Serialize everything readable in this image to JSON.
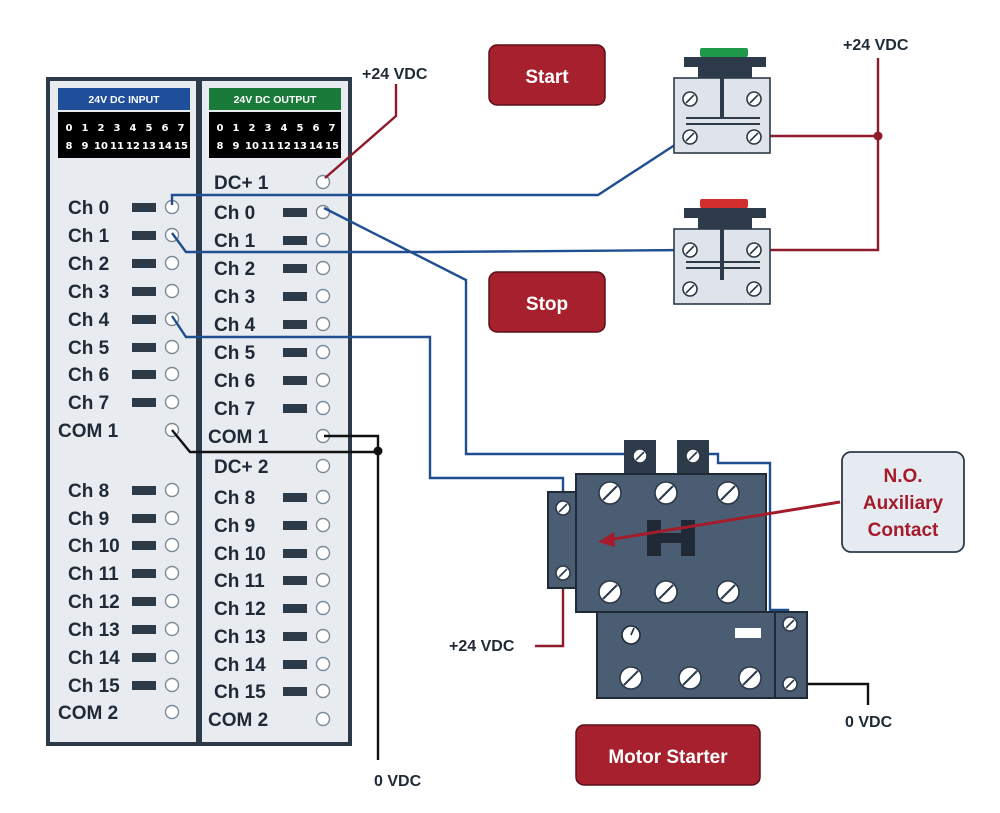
{
  "input_module": {
    "header": "24V DC INPUT",
    "header_color": "#1f4e9b",
    "led_row1": [
      "0",
      "1",
      "2",
      "3",
      "4",
      "5",
      "6",
      "7"
    ],
    "led_row2": [
      "8",
      "9",
      "10",
      "11",
      "12",
      "13",
      "14",
      "15"
    ],
    "lit_led_color": "#e23b2e",
    "lit_led": "1",
    "channels": [
      "Ch 0",
      "Ch 1",
      "Ch 2",
      "Ch 3",
      "Ch 4",
      "Ch 5",
      "Ch 6",
      "Ch 7",
      "COM 1",
      "Ch 8",
      "Ch 9",
      "Ch 10",
      "Ch 11",
      "Ch 12",
      "Ch 13",
      "Ch 14",
      "Ch 15",
      "COM 2"
    ],
    "active_channel": "Ch 1",
    "active_indicator_color": "#f07a3c"
  },
  "output_module": {
    "header": "24V DC OUTPUT",
    "header_color": "#1a7a3a",
    "led_row1": [
      "0",
      "1",
      "2",
      "3",
      "4",
      "5",
      "6",
      "7"
    ],
    "led_row2": [
      "8",
      "9",
      "10",
      "11",
      "12",
      "13",
      "14",
      "15"
    ],
    "channels": [
      "DC+ 1",
      "Ch 0",
      "Ch 1",
      "Ch 2",
      "Ch 3",
      "Ch 4",
      "Ch 5",
      "Ch 6",
      "Ch 7",
      "COM 1",
      "DC+ 2",
      "Ch 8",
      "Ch 9",
      "Ch 10",
      "Ch 11",
      "Ch 12",
      "Ch 13",
      "Ch 14",
      "Ch 15",
      "COM 2"
    ]
  },
  "labels": {
    "start": "Start",
    "stop": "Stop",
    "motor_starter": "Motor Starter",
    "nv_top": "+24 VDC",
    "nv_right": "+24 VDC",
    "nv_aux": "+24 VDC",
    "zero_left": "0 VDC",
    "zero_right": "0 VDC",
    "callout_lines": [
      "N.O.",
      "Auxiliary",
      "Contact"
    ]
  },
  "colors": {
    "wire_blue": "#1f4e91",
    "wire_red": "#8e1b2a",
    "button_red": "#a7202d",
    "start_cap": "#1f9a4a",
    "stop_cap": "#d32f2f",
    "starter_body": "#4b5d73"
  }
}
